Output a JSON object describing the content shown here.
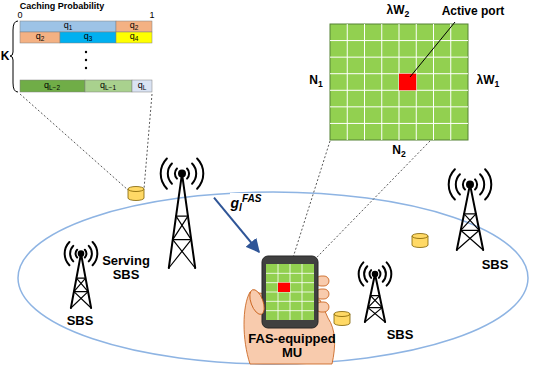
{
  "diagram": {
    "nodes": [
      {
        "text": [
          "Serving SBS"
        ]
      },
      {
        "text": [
          "SBS"
        ]
      },
      {
        "text": [
          "SBS"
        ]
      },
      {
        "text": [
          "FAS-equipped MU"
        ]
      },
      {
        "text": [
          "SBS"
        ]
      }
    ],
    "edges": [
      {
        "from": 0,
        "to": 3,
        "arrow": "to",
        "label": "glFAS"
      }
    ],
    "labels": [
      "Caching Probability",
      "0",
      "1",
      "K",
      "q1",
      "q2",
      "q2",
      "q3",
      "q4",
      "qL−2",
      "qL−1",
      "qL",
      "λW2",
      "Active port",
      "N1",
      "λW1",
      "N2"
    ]
  }
}
